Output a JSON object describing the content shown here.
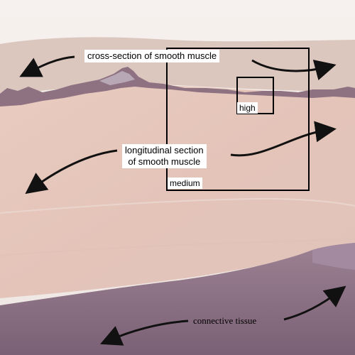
{
  "annotations": {
    "cross_section": "cross-section of smooth muscle",
    "longitudinal": "longitudinal section\nof smooth muscle",
    "connective": "connective tissue"
  },
  "zoom_boxes": {
    "medium": "medium",
    "high": "high"
  },
  "colors": {
    "background_top": "#f3ede9",
    "cross_section_band": "#dcc4bd",
    "dark_ridge": "#8c6f80",
    "longitudinal_tissue": "#e7c9bd",
    "connective_tissue": "#8b6f84",
    "arrow": "#111111"
  }
}
